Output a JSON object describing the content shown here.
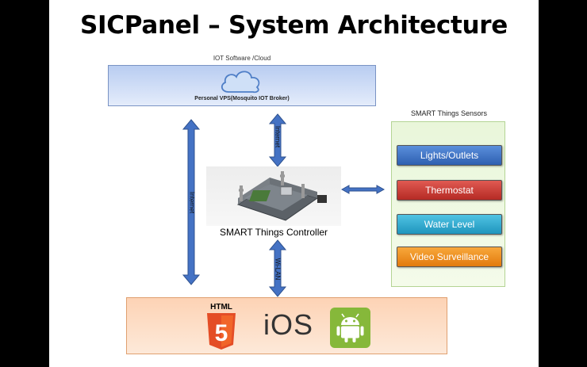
{
  "title": "SICPanel – System Architecture",
  "cloud": {
    "label": "IOT Software /Cloud",
    "sublabel": "Personal VPS(Mosquito IOT Broker)",
    "icon": "cloud-icon"
  },
  "connections": {
    "cloud_controller": "Internet",
    "cloud_platforms": "Internet",
    "controller_platforms": "Wi-LAN"
  },
  "controller": {
    "label": "SMART Things Controller"
  },
  "sensors": {
    "label": "SMART Things Sensors",
    "items": [
      {
        "label": "Lights/Outlets",
        "color": "#3a6fc4"
      },
      {
        "label": "Thermostat",
        "color": "#c8342e"
      },
      {
        "label": "Water Level",
        "color": "#2ba8cf"
      },
      {
        "label": "Video Surveillance",
        "color": "#ee8a14"
      }
    ]
  },
  "platforms": {
    "html_label": "HTML",
    "html_version": "5",
    "ios_label": "iOS",
    "android_icon": "android-icon"
  },
  "colors": {
    "arrow": "#4472c4",
    "arrow_stroke": "#2f528f"
  }
}
